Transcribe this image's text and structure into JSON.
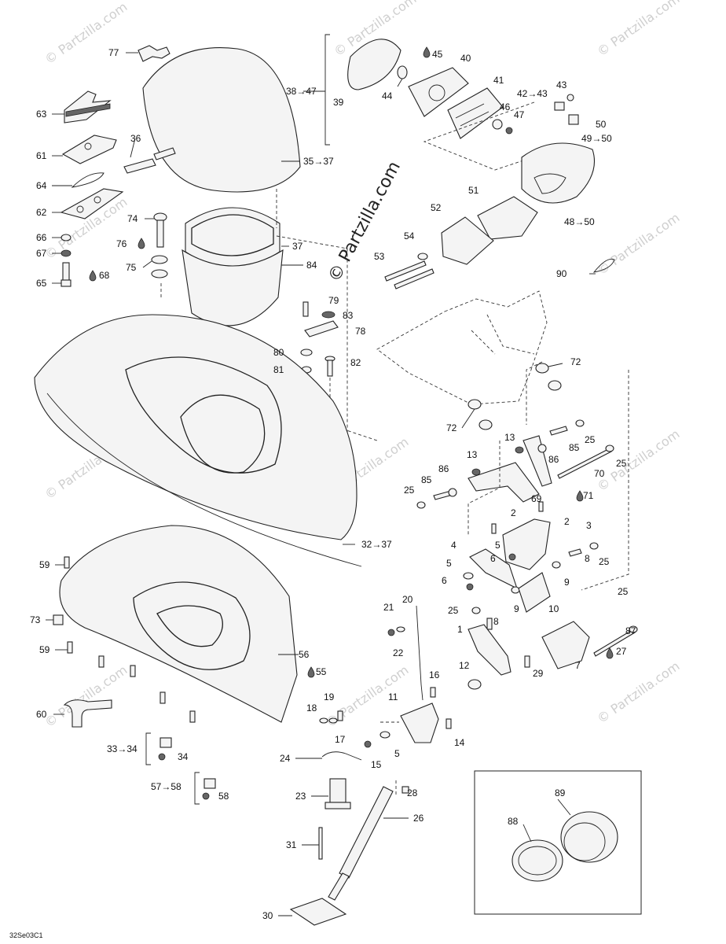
{
  "watermark": {
    "center": "© Partzilla.com",
    "corner": "© Partzilla.com"
  },
  "figure_code": "32Se03C1",
  "labels": {
    "l77": "77",
    "l63": "63",
    "l61": "61",
    "l64": "64",
    "l62": "62",
    "l66": "66",
    "l67": "67",
    "l65": "65",
    "l68": "68",
    "l36": "36",
    "l74": "74",
    "l76": "76",
    "l75": "75",
    "l35": "35→37",
    "l37": "37",
    "l84": "84",
    "l38": "38→47",
    "l39": "39",
    "l44": "44",
    "l45": "45",
    "l40": "40",
    "l41": "41",
    "l42": "42→43",
    "l43": "43",
    "l46": "46",
    "l47": "47",
    "l50": "50",
    "l49": "49→50",
    "l48": "48→50",
    "l51": "51",
    "l52": "52",
    "l53": "53",
    "l54": "54",
    "l90": "90",
    "l79": "79",
    "l83": "83",
    "l78": "78",
    "l80": "80",
    "l81": "81",
    "l82": "82",
    "l72a": "72",
    "l72b": "72",
    "l13a": "13",
    "l13b": "13",
    "l86a": "86",
    "l85a": "85",
    "l25a": "25",
    "l70": "70",
    "l25b": "25",
    "l85b": "85",
    "l86b": "86",
    "l25c": "25",
    "l69": "69",
    "l71": "71",
    "l2a": "2",
    "l2b": "2",
    "l3": "3",
    "l4": "4",
    "l5a": "5",
    "l6a": "6",
    "l8a": "8",
    "l25d": "25",
    "l5b": "5",
    "l6b": "6",
    "l9a": "9",
    "l32": "32→37",
    "l59a": "59",
    "l73": "73",
    "l59b": "59",
    "l21": "21",
    "l20": "20",
    "l22": "22",
    "l25e": "25",
    "l1": "1",
    "l8b": "8",
    "l9b": "9",
    "l10": "10",
    "l25f": "25",
    "l87": "87",
    "l27": "27",
    "l7": "7",
    "l29": "29",
    "l12": "12",
    "l16": "16",
    "l56": "56",
    "l55": "55",
    "l60": "60",
    "l19": "19",
    "l18": "18",
    "l17": "17",
    "l11": "11",
    "l14": "14",
    "l5c": "5",
    "l15": "15",
    "l33": "33→34",
    "l34": "34",
    "l24": "24",
    "l57": "57→58",
    "l58": "58",
    "l23": "23",
    "l28": "28",
    "l26": "26",
    "l31": "31",
    "l30": "30",
    "l88": "88",
    "l89": "89"
  }
}
